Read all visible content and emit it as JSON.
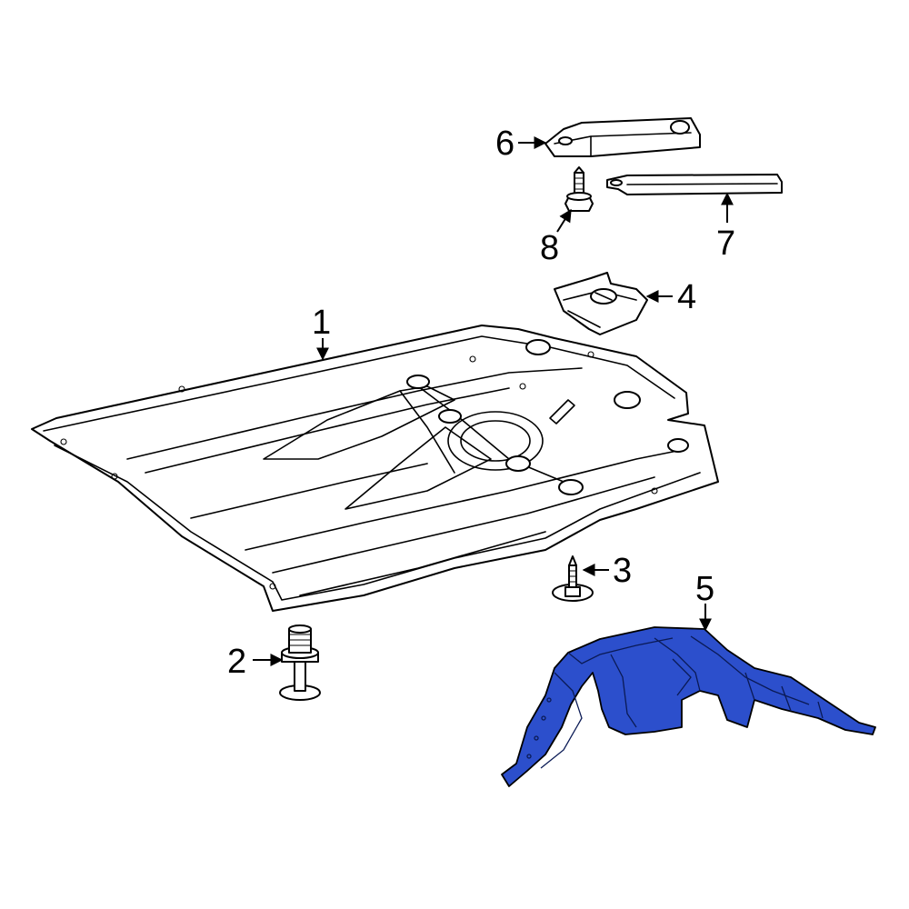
{
  "callouts": {
    "c1": "1",
    "c2": "2",
    "c3": "3",
    "c4": "4",
    "c5": "5",
    "c6": "6",
    "c7": "7",
    "c8": "8"
  },
  "colors": {
    "highlight": "#2c4fcc",
    "line": "#000000",
    "background": "#ffffff"
  }
}
